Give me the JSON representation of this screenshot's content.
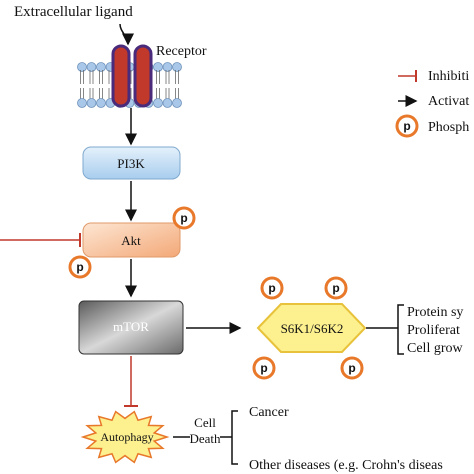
{
  "labels": {
    "ligand": "Extracellular ligand",
    "receptor": "Receptor",
    "pi3k": "PI3K",
    "akt": "Akt",
    "mtor": "mTOR",
    "s6k": "S6K1/S6K2",
    "autophagy": "Autophagy",
    "cell": "Cell",
    "death": "Death",
    "cancer": "Cancer",
    "other_diseases": "Other diseases (e.g. Crohn's diseas",
    "phospho_mark": "p"
  },
  "outcomes": [
    "Protein sy",
    "Proliferat",
    "Cell grow"
  ],
  "legend": {
    "inhibition": "Inhibiti",
    "activation": "Activat",
    "phospho": "Phosph"
  },
  "colors": {
    "inhibition": "#c0392b",
    "activation": "#111111",
    "phospho_ring": "#e8782a",
    "pi3k_fill": "#bfdcf3",
    "akt_fill": "#f7c6a3",
    "mtor_fill": "#8c8c8c",
    "s6k_fill": "#fdf08f",
    "receptor_fill": "#c0392b",
    "receptor_outline": "#4a2a7a",
    "membrane_head": "#a9c7e8"
  }
}
